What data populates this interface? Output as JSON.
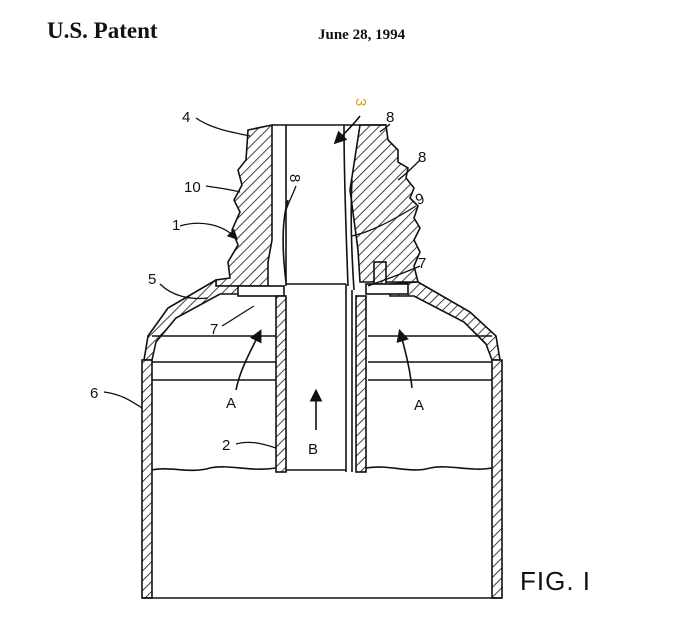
{
  "header": {
    "left": "U.S. Patent",
    "date": "June 28, 1994"
  },
  "figure": {
    "label": "FIG. I",
    "highlight_color": "#d4a017",
    "ink_color": "#111111",
    "numerals": {
      "n1": "1",
      "n2": "2",
      "n3": "3",
      "n4": "4",
      "n5": "5",
      "n6": "6",
      "n7a": "7",
      "n7b": "7",
      "n8a": "8",
      "n8b": "8",
      "n8c": "8",
      "n9": "9",
      "n10": "10",
      "nA1": "A",
      "nA2": "A",
      "nB": "B"
    }
  }
}
